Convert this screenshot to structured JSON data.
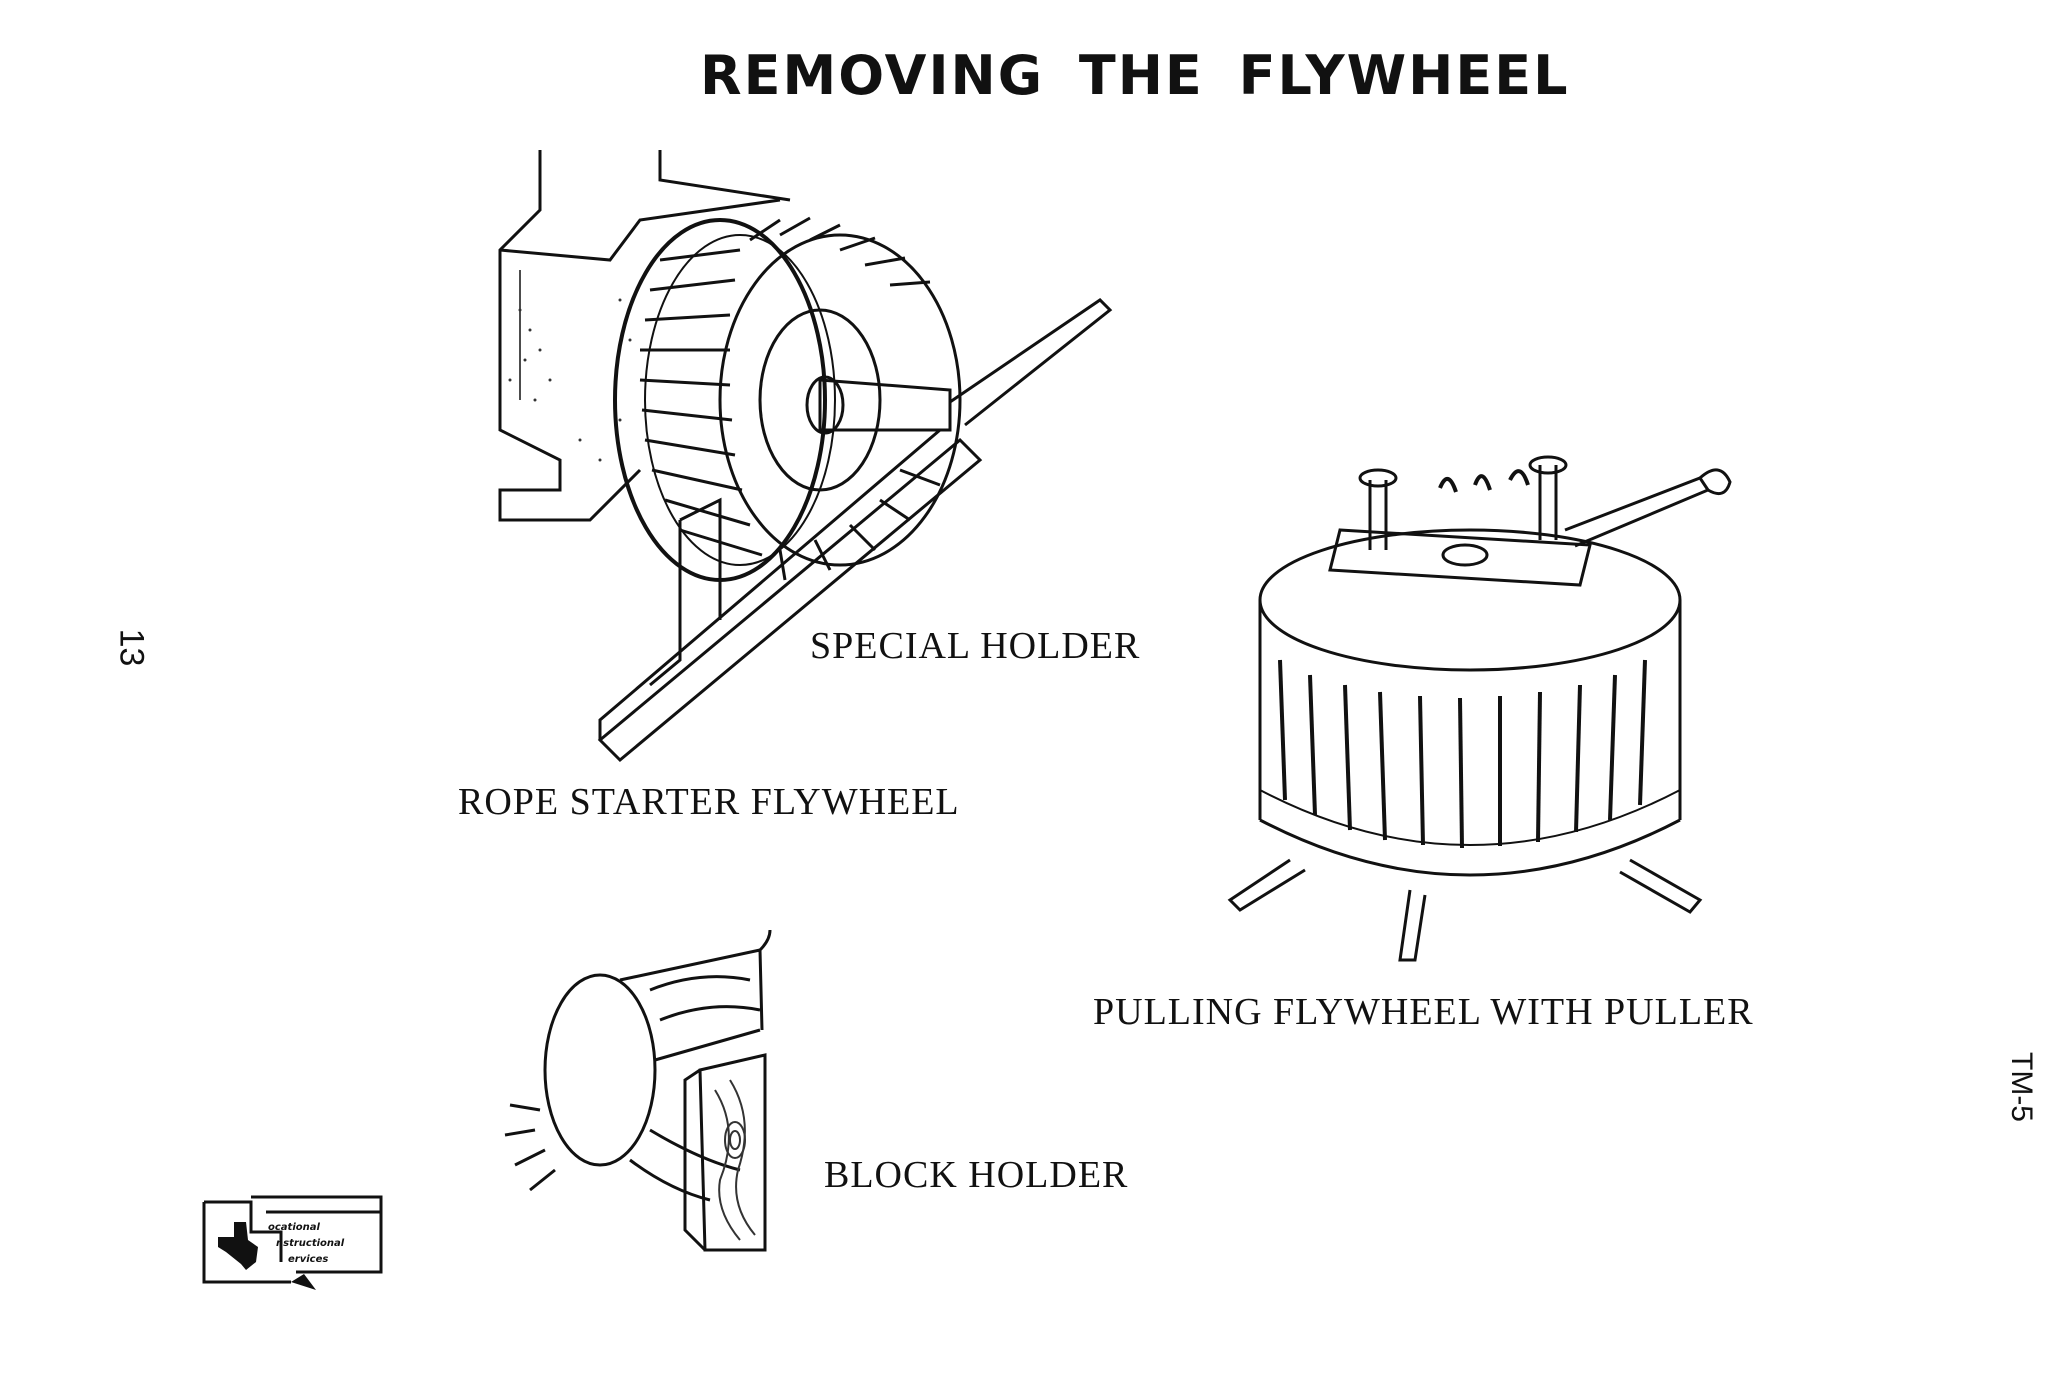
{
  "title": "REMOVING THE FLYWHEEL",
  "page_number": "13",
  "doc_code": "TM-5",
  "captions": {
    "special_holder": "SPECIAL HOLDER",
    "rope_starter": "ROPE STARTER FLYWHEEL",
    "pulling": "PULLING FLYWHEEL WITH PULLER",
    "block_holder": "BLOCK HOLDER"
  },
  "logo": {
    "line1": "ocational",
    "line2": "nstructional",
    "line3": "ervices"
  }
}
